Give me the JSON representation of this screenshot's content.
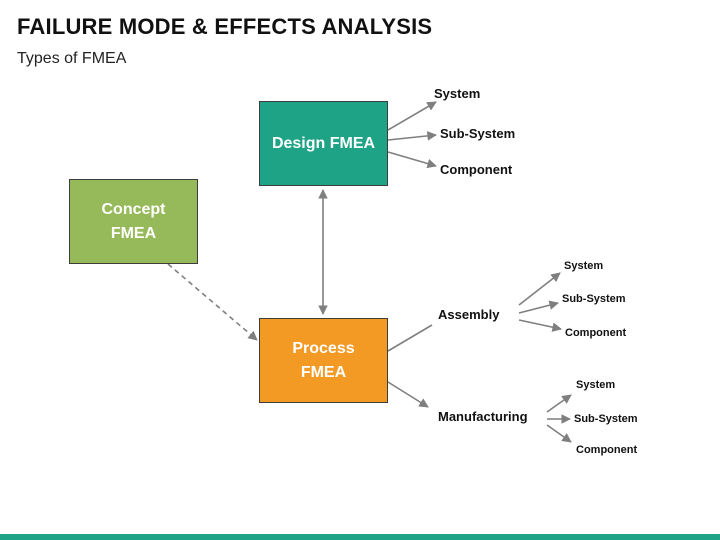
{
  "header": {
    "title": "FAILURE MODE & EFFECTS ANALYSIS",
    "subtitle": "Types of FMEA"
  },
  "boxes": {
    "design": {
      "label": "Design FMEA",
      "color": "#1fa386"
    },
    "concept": {
      "line1": "Concept",
      "line2": "FMEA",
      "color": "#96ba5a"
    },
    "process": {
      "line1": "Process",
      "line2": "FMEA",
      "color": "#f29a24"
    }
  },
  "design_outputs": [
    "System",
    "Sub-System",
    "Component"
  ],
  "process_outputs": {
    "assembly": {
      "label": "Assembly",
      "items": [
        "System",
        "Sub-System",
        "Component"
      ]
    },
    "manufacturing": {
      "label": "Manufacturing",
      "items": [
        "System",
        "Sub-System",
        "Component"
      ]
    }
  },
  "colors": {
    "connector": "#7f7f7f",
    "footer_bar": "#1fa386"
  }
}
